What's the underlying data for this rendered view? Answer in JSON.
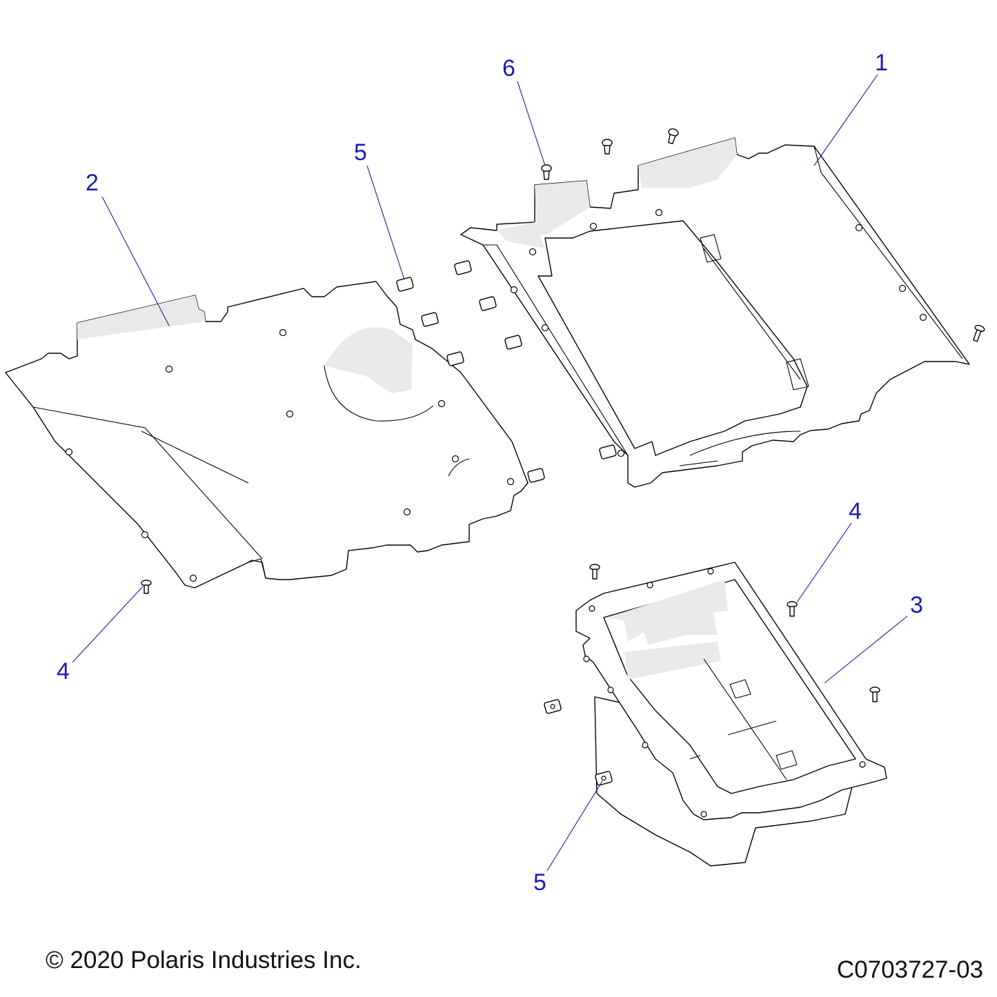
{
  "diagram": {
    "callouts": {
      "c1": "1",
      "c2": "2",
      "c3": "3",
      "c4a": "4",
      "c4b": "4",
      "c5a": "5",
      "c5b": "5",
      "c6": "6"
    },
    "callout_color": "#1a1ab4"
  },
  "footer": {
    "copyright": "© 2020 Polaris Industries Inc.",
    "drawing_number": "C0703727-03"
  }
}
